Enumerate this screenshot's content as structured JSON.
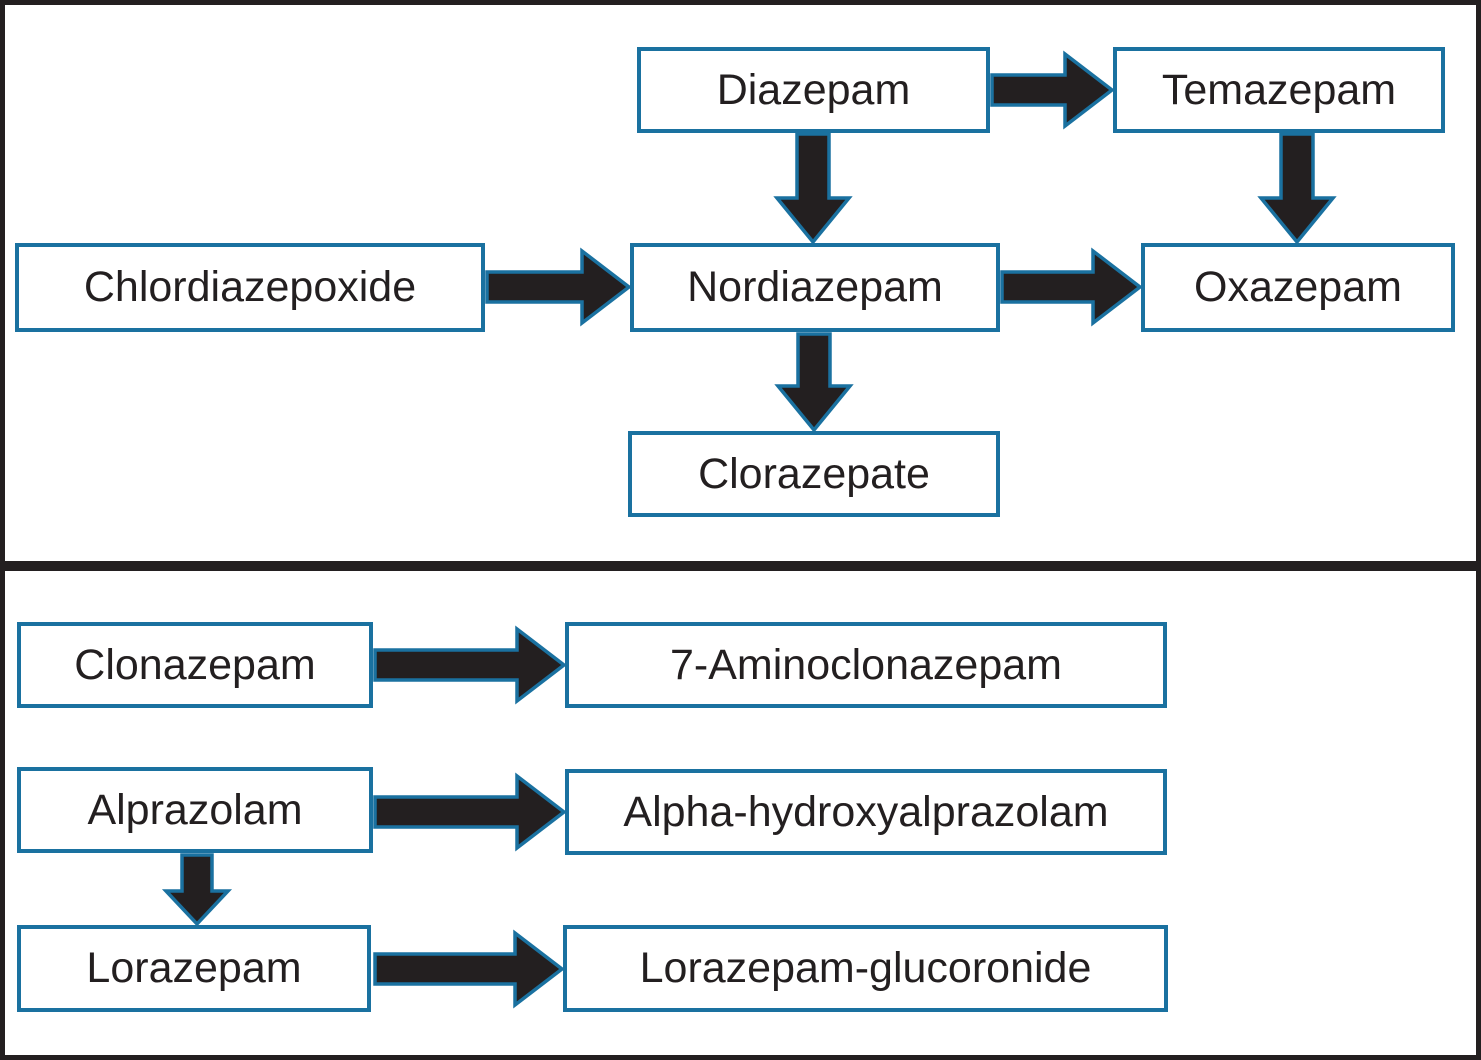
{
  "colors": {
    "box_border": "#1a71a0",
    "arrow_fill": "#231f20",
    "arrow_outline": "#1a71a0",
    "frame": "#231f20",
    "text": "#231f20",
    "background": "#ffffff"
  },
  "nodes": {
    "diazepam": {
      "label": "Diazepam"
    },
    "temazepam": {
      "label": "Temazepam"
    },
    "chlordiazepoxide": {
      "label": "Chlordiazepoxide"
    },
    "nordiazepam": {
      "label": "Nordiazepam"
    },
    "oxazepam": {
      "label": "Oxazepam"
    },
    "clorazepate": {
      "label": "Clorazepate"
    },
    "clonazepam": {
      "label": "Clonazepam"
    },
    "aminoclonazepam": {
      "label": "7-Aminoclonazepam"
    },
    "alprazolam": {
      "label": "Alprazolam"
    },
    "alpha_hydroxyalprazolam": {
      "label": "Alpha-hydroxyalprazolam"
    },
    "lorazepam": {
      "label": "Lorazepam"
    },
    "lorazepam_glucoronide": {
      "label": "Lorazepam-glucoronide"
    }
  },
  "panels": {
    "top": {
      "node_ids": [
        "diazepam",
        "temazepam",
        "chlordiazepoxide",
        "nordiazepam",
        "oxazepam",
        "clorazepate"
      ]
    },
    "bottom": {
      "node_ids": [
        "clonazepam",
        "aminoclonazepam",
        "alprazolam",
        "alpha_hydroxyalprazolam",
        "lorazepam",
        "lorazepam_glucoronide"
      ]
    }
  },
  "edges": [
    {
      "from": "diazepam",
      "to": "temazepam",
      "direction": "right"
    },
    {
      "from": "diazepam",
      "to": "nordiazepam",
      "direction": "down"
    },
    {
      "from": "temazepam",
      "to": "oxazepam",
      "direction": "down"
    },
    {
      "from": "chlordiazepoxide",
      "to": "nordiazepam",
      "direction": "right"
    },
    {
      "from": "nordiazepam",
      "to": "oxazepam",
      "direction": "right"
    },
    {
      "from": "nordiazepam",
      "to": "clorazepate",
      "direction": "down"
    },
    {
      "from": "clonazepam",
      "to": "aminoclonazepam",
      "direction": "right"
    },
    {
      "from": "alprazolam",
      "to": "alpha_hydroxyalprazolam",
      "direction": "right"
    },
    {
      "from": "alprazolam",
      "to": "lorazepam",
      "direction": "down"
    },
    {
      "from": "lorazepam",
      "to": "lorazepam_glucoronide",
      "direction": "right"
    }
  ]
}
